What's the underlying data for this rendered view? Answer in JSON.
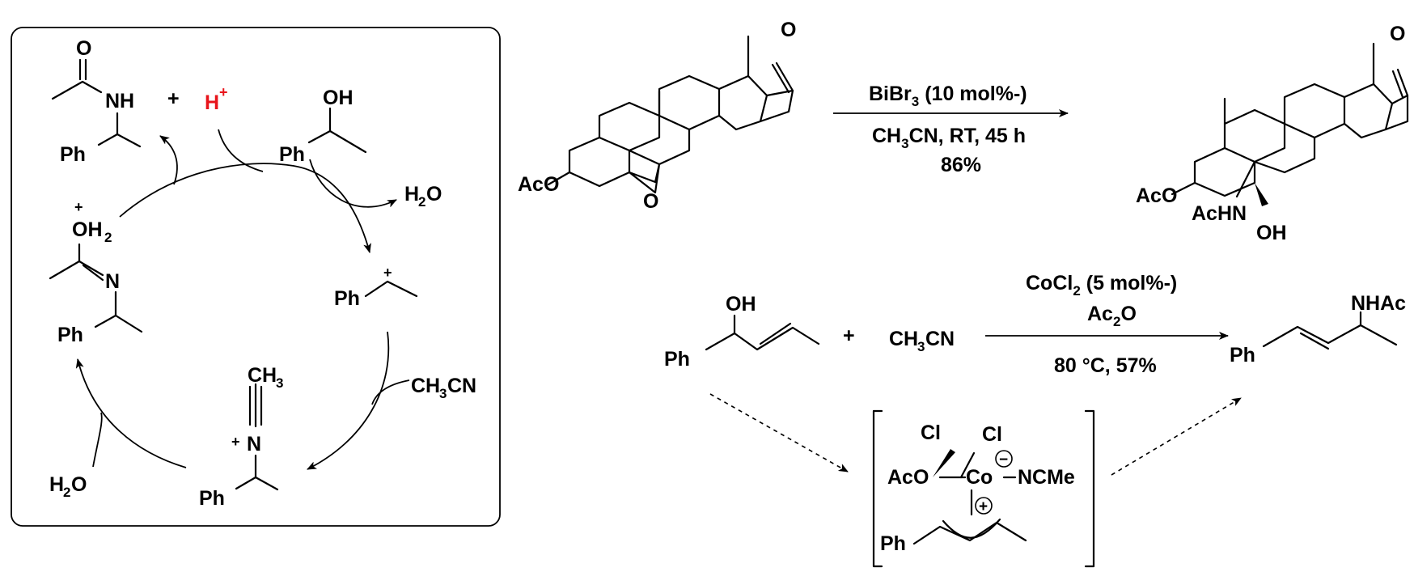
{
  "cycle": {
    "amide_product": {
      "o": "O",
      "nh": "NH",
      "ph": "Ph"
    },
    "plus_sign": "+",
    "proton": {
      "h": "H",
      "charge": "+"
    },
    "alcohol": {
      "oh": "OH",
      "ph": "Ph"
    },
    "water_out": {
      "h": "H",
      "sub": "2",
      "o": "O"
    },
    "carbocation": {
      "ph": "Ph",
      "charge": "+"
    },
    "acetonitrile": {
      "ch": "CH",
      "sub": "3",
      "cn": "CN"
    },
    "nitrilium": {
      "ch": "CH",
      "sub": "3",
      "charge": "+",
      "n": "N",
      "ph": "Ph"
    },
    "water_in": {
      "h": "H",
      "sub": "2",
      "o": "O"
    },
    "iminol": {
      "charge": "+",
      "oh": "OH",
      "sub": "2",
      "n": "N",
      "ph": "Ph"
    }
  },
  "steroid_reaction": {
    "start": {
      "aco": "AcO",
      "o": "O",
      "ketone_o": "O"
    },
    "conditions": {
      "reagent": "BiBr",
      "reagent_sub": "3",
      "reagent_load": " (10 mol%-)",
      "solvent_ch": "CH",
      "solvent_sub": "3",
      "solvent_rest": "CN, RT, 45 h",
      "yield": "86%"
    },
    "product": {
      "aco": "AcO",
      "achn": "AcHN",
      "oh": "OH",
      "ketone_o": "O"
    }
  },
  "allyl_reaction": {
    "start": {
      "oh": "OH",
      "ph": "Ph"
    },
    "plus_sign": "+",
    "nitrile": {
      "ch": "CH",
      "sub": "3",
      "cn": "CN"
    },
    "conditions": {
      "catalyst": "CoCl",
      "catalyst_sub": "2",
      "catalyst_load": " (5 mol%-)",
      "anhydride_ac": "Ac",
      "anhydride_sub": "2",
      "anhydride_o": "O",
      "temp_yield": "80 °C, 57%"
    },
    "product": {
      "nhac": "NHAc",
      "ph": "Ph"
    },
    "intermediate": {
      "cl1": "Cl",
      "cl2": "Cl",
      "aco": "AcO",
      "co": "Co",
      "minus": "−",
      "ncme": "NCMe",
      "plus": "+",
      "ph": "Ph"
    }
  }
}
